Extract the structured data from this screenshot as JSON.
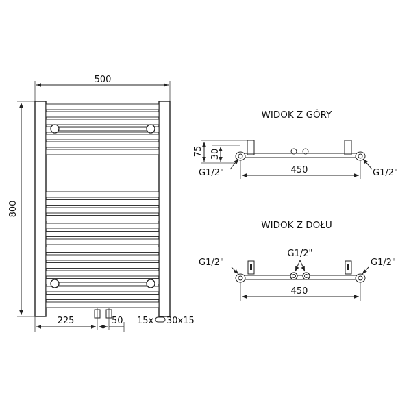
{
  "front_view": {
    "width_label": "500",
    "height_label": "800",
    "left_offset_label": "225",
    "pipe_spacing_label": "50",
    "tube_label_prefix": "15x",
    "tube_label_suffix": "30x15"
  },
  "top_view": {
    "title": "WIDOK Z GÓRY",
    "depth_outer_label": "75",
    "depth_inner_label": "30",
    "left_thread_label": "G1/2\"",
    "right_thread_label": "G1/2\"",
    "spacing_label": "450"
  },
  "bottom_view": {
    "title": "WIDOK Z DOŁU",
    "center_thread_label": "G1/2\"",
    "left_thread_label": "G1/2\"",
    "right_thread_label": "G1/2\"",
    "spacing_label": "450"
  }
}
